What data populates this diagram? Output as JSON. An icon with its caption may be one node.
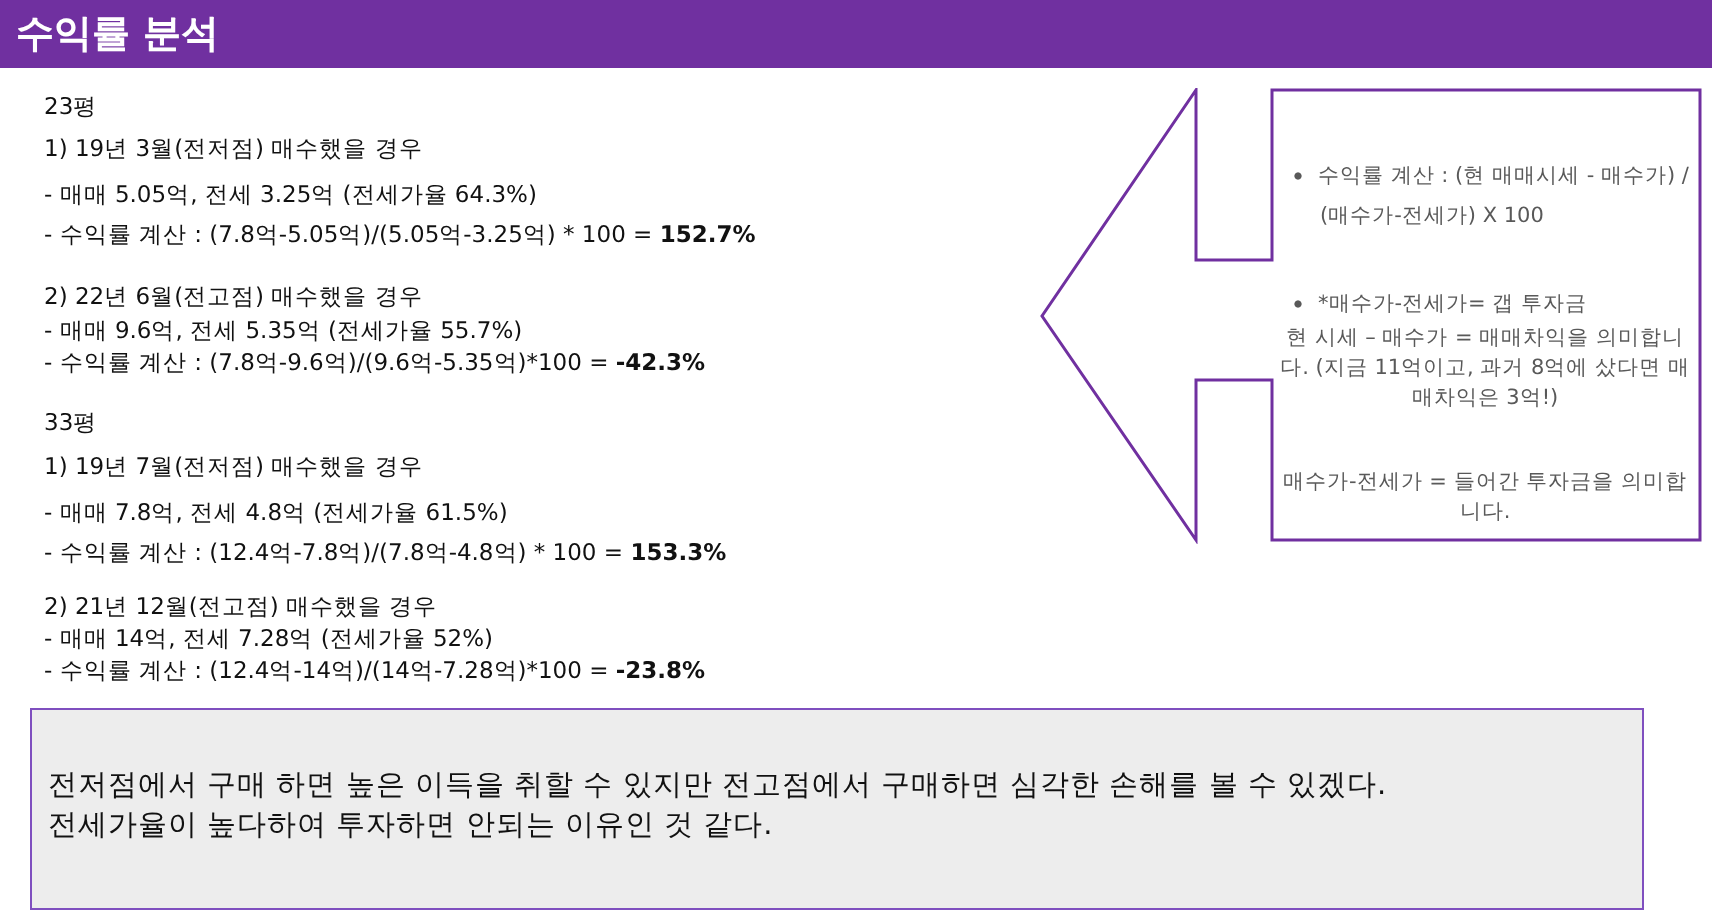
{
  "diagram": {
    "title": "수익률 분석",
    "nodes": [
      {
        "text": [
          "수익률 계산 : (현 매매시세 - 매수가) / (매수가-전세가) X 100",
          "*매수가-전세가= 갭 투자금",
          "현 시세 – 매수가 = 매매차익을 의미합니다. (지금 11억이고, 과거 8억에 샀다면 매매차익은 3억!)",
          "매수가-전세가 = 들어간 투자금을 의미합니다."
        ]
      },
      {
        "text": [
          "전저점에서 구매 하면 높은 이득을 취할 수 있지만 전고점에서 구매하면 심각한 손해를 볼 수 있겠다.",
          "전세가율이 높다하여 투자하면 안되는 이유인 것 같다."
        ]
      }
    ],
    "edges": [],
    "labels": [
      "23평",
      "1) 19년 3월(전저점) 매수했을 경우",
      "- 매매 5.05억, 전세 3.25억 (전세가율 64.3%)",
      "- 수익률 계산 : (7.8억-5.05억)/(5.05억-3.25억) * 100 = **152.7%**",
      "2) 22년 6월(전고점) 매수했을 경우",
      "- 매매 9.6억, 전세 5.35억 (전세가율 55.7%)",
      "- 수익률 계산 : (7.8억-9.6억)/(9.6억-5.35억)*100 = **-42.3%**",
      "33평",
      "1) 19년 7월(전저점) 매수했을 경우",
      "- 매매 7.8억, 전세 4.8억 (전세가율 61.5%)",
      "- 수익률 계산 : (12.4억-7.8억)/(7.8억-4.8억) * 100 = **153.3%**",
      "2) 21년 12월(전고점) 매수했을 경우",
      "- 매매 14억, 전세 7.28억 (전세가율 52%)",
      "- 수익률 계산 : (12.4억-14억)/(14억-7.28억)*100 = **-23.8%**"
    ]
  }
}
